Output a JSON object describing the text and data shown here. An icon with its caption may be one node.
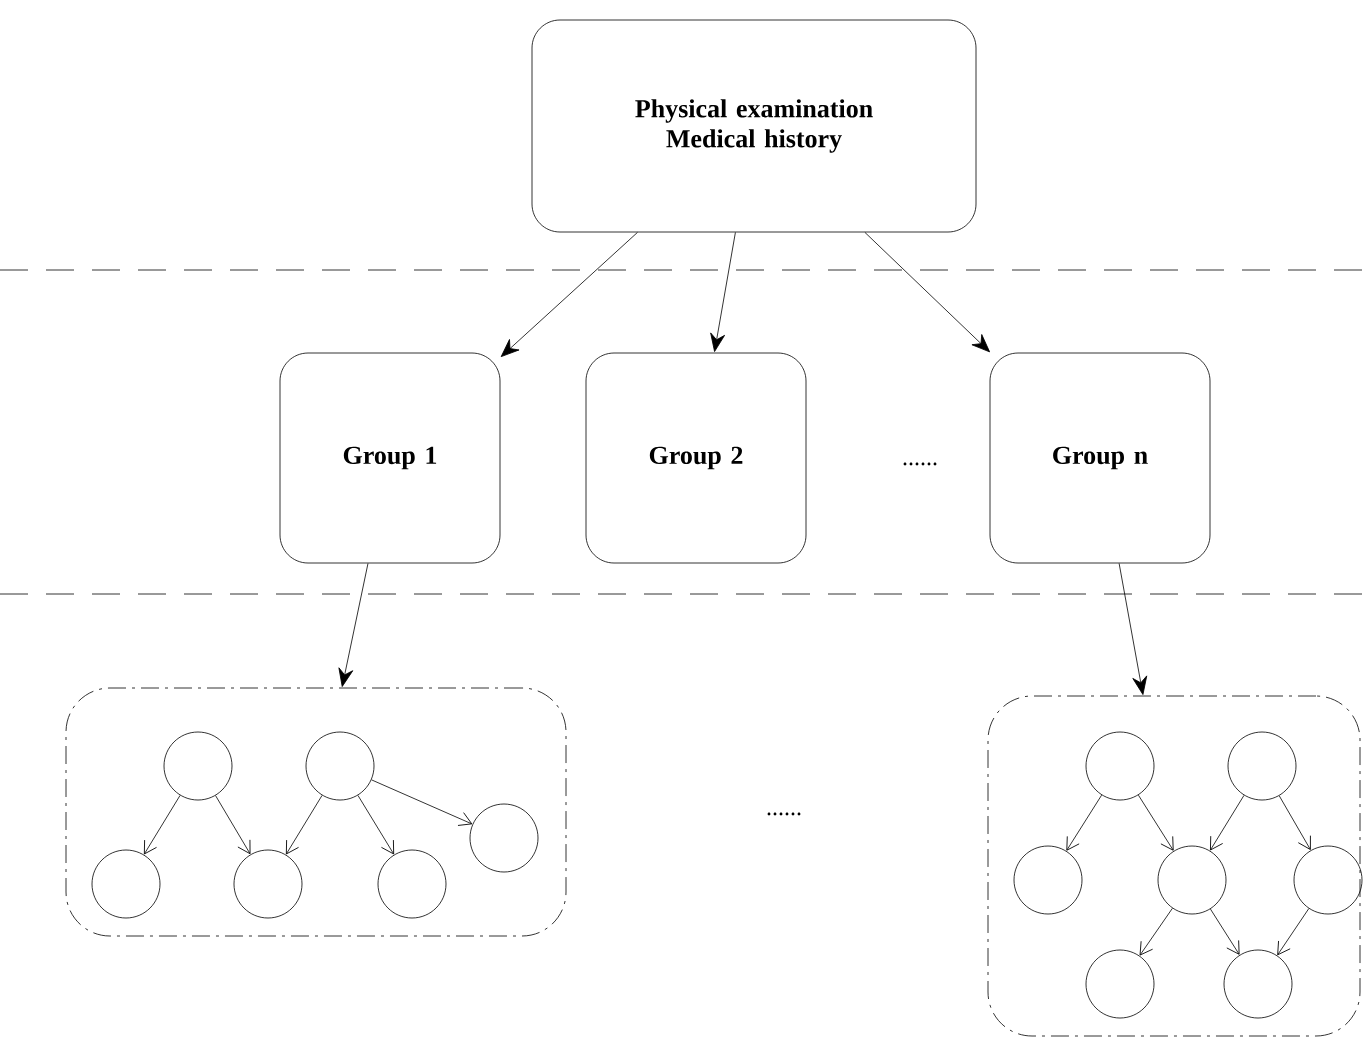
{
  "diagram": {
    "nodes": [
      {
        "text": [
          "Physical examination Medical history"
        ]
      },
      {
        "text": [
          "Group 1"
        ]
      },
      {
        "text": [
          "Group 2"
        ]
      },
      {
        "text": [
          "Group n"
        ]
      },
      {
        "text": [],
        "shape": "box"
      },
      {
        "text": [],
        "shape": "circle",
        "in": 4
      },
      {
        "text": [],
        "shape": "circle",
        "in": 4
      },
      {
        "text": [],
        "shape": "circle",
        "in": 4
      },
      {
        "text": [],
        "shape": "circle",
        "in": 4
      },
      {
        "text": [],
        "shape": "circle",
        "in": 4
      },
      {
        "text": [],
        "shape": "circle",
        "in": 4
      },
      {
        "text": [],
        "shape": "box"
      },
      {
        "text": [],
        "shape": "circle",
        "in": 11
      },
      {
        "text": [],
        "shape": "circle",
        "in": 11
      },
      {
        "text": [],
        "shape": "circle",
        "in": 11
      },
      {
        "text": [],
        "shape": "circle",
        "in": 11
      },
      {
        "text": [],
        "shape": "circle",
        "in": 11
      },
      {
        "text": [],
        "shape": "circle",
        "in": 11
      },
      {
        "text": [],
        "shape": "circle",
        "in": 11
      }
    ],
    "edges": [
      {
        "from": 0,
        "to": 1,
        "arrow": "to"
      },
      {
        "from": 0,
        "to": 2,
        "arrow": "to"
      },
      {
        "from": 0,
        "to": 3,
        "arrow": "to"
      },
      {
        "from": 1,
        "to": 4,
        "arrow": "to"
      },
      {
        "from": 3,
        "to": 11,
        "arrow": "to"
      },
      {
        "from": 5,
        "to": 8,
        "arrow": "to"
      },
      {
        "from": 5,
        "to": 9,
        "arrow": "to"
      },
      {
        "from": 6,
        "to": 9,
        "arrow": "to"
      },
      {
        "from": 6,
        "to": 10,
        "arrow": "to"
      },
      {
        "from": 6,
        "to": 7,
        "arrow": "to"
      },
      {
        "from": 12,
        "to": 14,
        "arrow": "to"
      },
      {
        "from": 12,
        "to": 15,
        "arrow": "to"
      },
      {
        "from": 13,
        "to": 15,
        "arrow": "to"
      },
      {
        "from": 13,
        "to": 16,
        "arrow": "to"
      },
      {
        "from": 15,
        "to": 17,
        "arrow": "to"
      },
      {
        "from": 15,
        "to": 18,
        "arrow": "to"
      },
      {
        "from": 16,
        "to": 18,
        "arrow": "to"
      }
    ],
    "labels": [
      "......",
      "......"
    ]
  }
}
